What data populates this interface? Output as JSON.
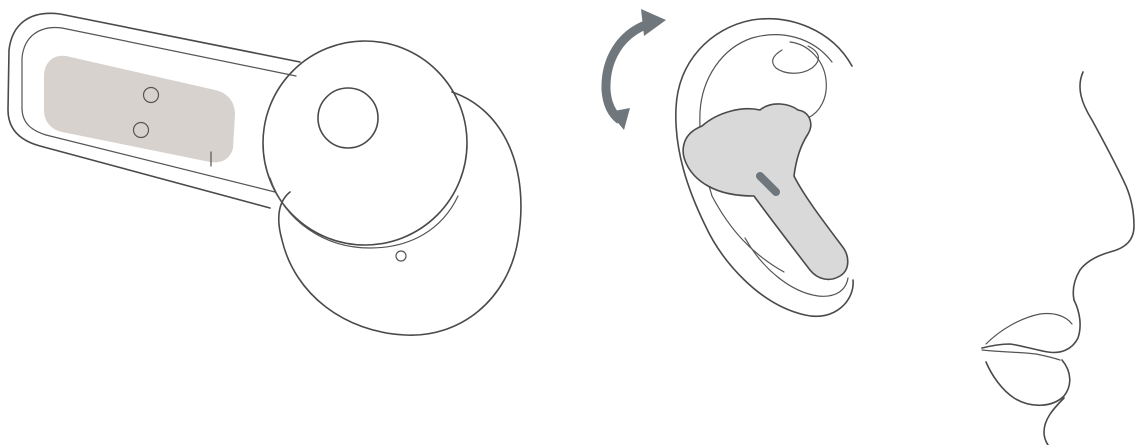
{
  "illustration": {
    "panels": [
      {
        "name": "earbud-sensor-side",
        "icon": "earbud-icon"
      },
      {
        "name": "ear-rotate-insert",
        "icon": "rotate-arrow-icon"
      },
      {
        "name": "face-profile",
        "icon": "face-profile-icon"
      }
    ],
    "colors": {
      "line": "#4a4a4a",
      "sensor_pad": "#d8d2cf",
      "earbud_fill": "#d9d9d9",
      "arrow": "#6f767c",
      "background": "#ffffff"
    }
  }
}
